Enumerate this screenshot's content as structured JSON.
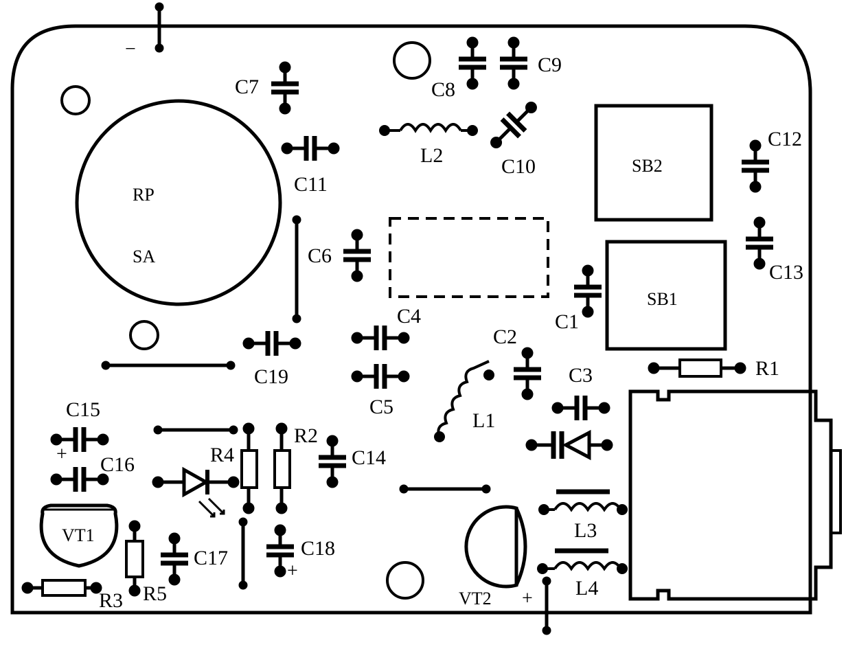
{
  "labels": {
    "rp": "RP",
    "sa": "SA",
    "sb1": "SB1",
    "sb2": "SB2",
    "vt1": "VT1",
    "vt2": "VT2",
    "c1": "C1",
    "c2": "C2",
    "c3": "C3",
    "c4": "C4",
    "c5": "C5",
    "c6": "C6",
    "c7": "C7",
    "c8": "C8",
    "c9": "C9",
    "c10": "C10",
    "c11": "C11",
    "c12": "C12",
    "c13": "C13",
    "c14": "C14",
    "c15": "C15",
    "c16": "C16",
    "c17": "C17",
    "c18": "C18",
    "c19": "C19",
    "r1": "R1",
    "r2": "R2",
    "r3": "R3",
    "r4": "R4",
    "r5": "R5",
    "l1": "L1",
    "l2": "L2",
    "l3": "L3",
    "l4": "L4"
  },
  "symbols": {
    "minus": "−",
    "plus": "+"
  },
  "colors": {
    "ink": "#000000",
    "paper": "#ffffff"
  }
}
